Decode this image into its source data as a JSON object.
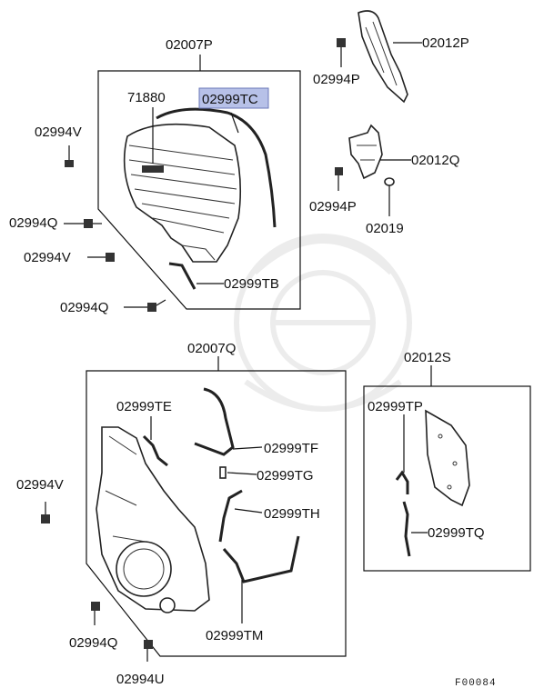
{
  "labels": {
    "p02007P": "02007P",
    "p71880": "71880",
    "p02999TC": "02999TC",
    "p02994V_a": "02994V",
    "p02994Q_a": "02994Q",
    "p02994V_b": "02994V",
    "p02999TB": "02999TB",
    "p02994Q_b": "02994Q",
    "p02012P": "02012P",
    "p02994P_a": "02994P",
    "p02012Q": "02012Q",
    "p02994P_b": "02994P",
    "p02019": "02019",
    "p02007Q": "02007Q",
    "p02999TE": "02999TE",
    "p02999TF": "02999TF",
    "p02999TG": "02999TG",
    "p02999TH": "02999TH",
    "p02994V_c": "02994V",
    "p02999TM": "02999TM",
    "p02994Q_c": "02994Q",
    "p02994U": "02994U",
    "p02012S": "02012S",
    "p02999TP": "02999TP",
    "p02999TQ": "02999TQ",
    "figure_code": "F00084"
  },
  "colors": {
    "highlight": "#b7c1e8",
    "line": "#111111"
  }
}
